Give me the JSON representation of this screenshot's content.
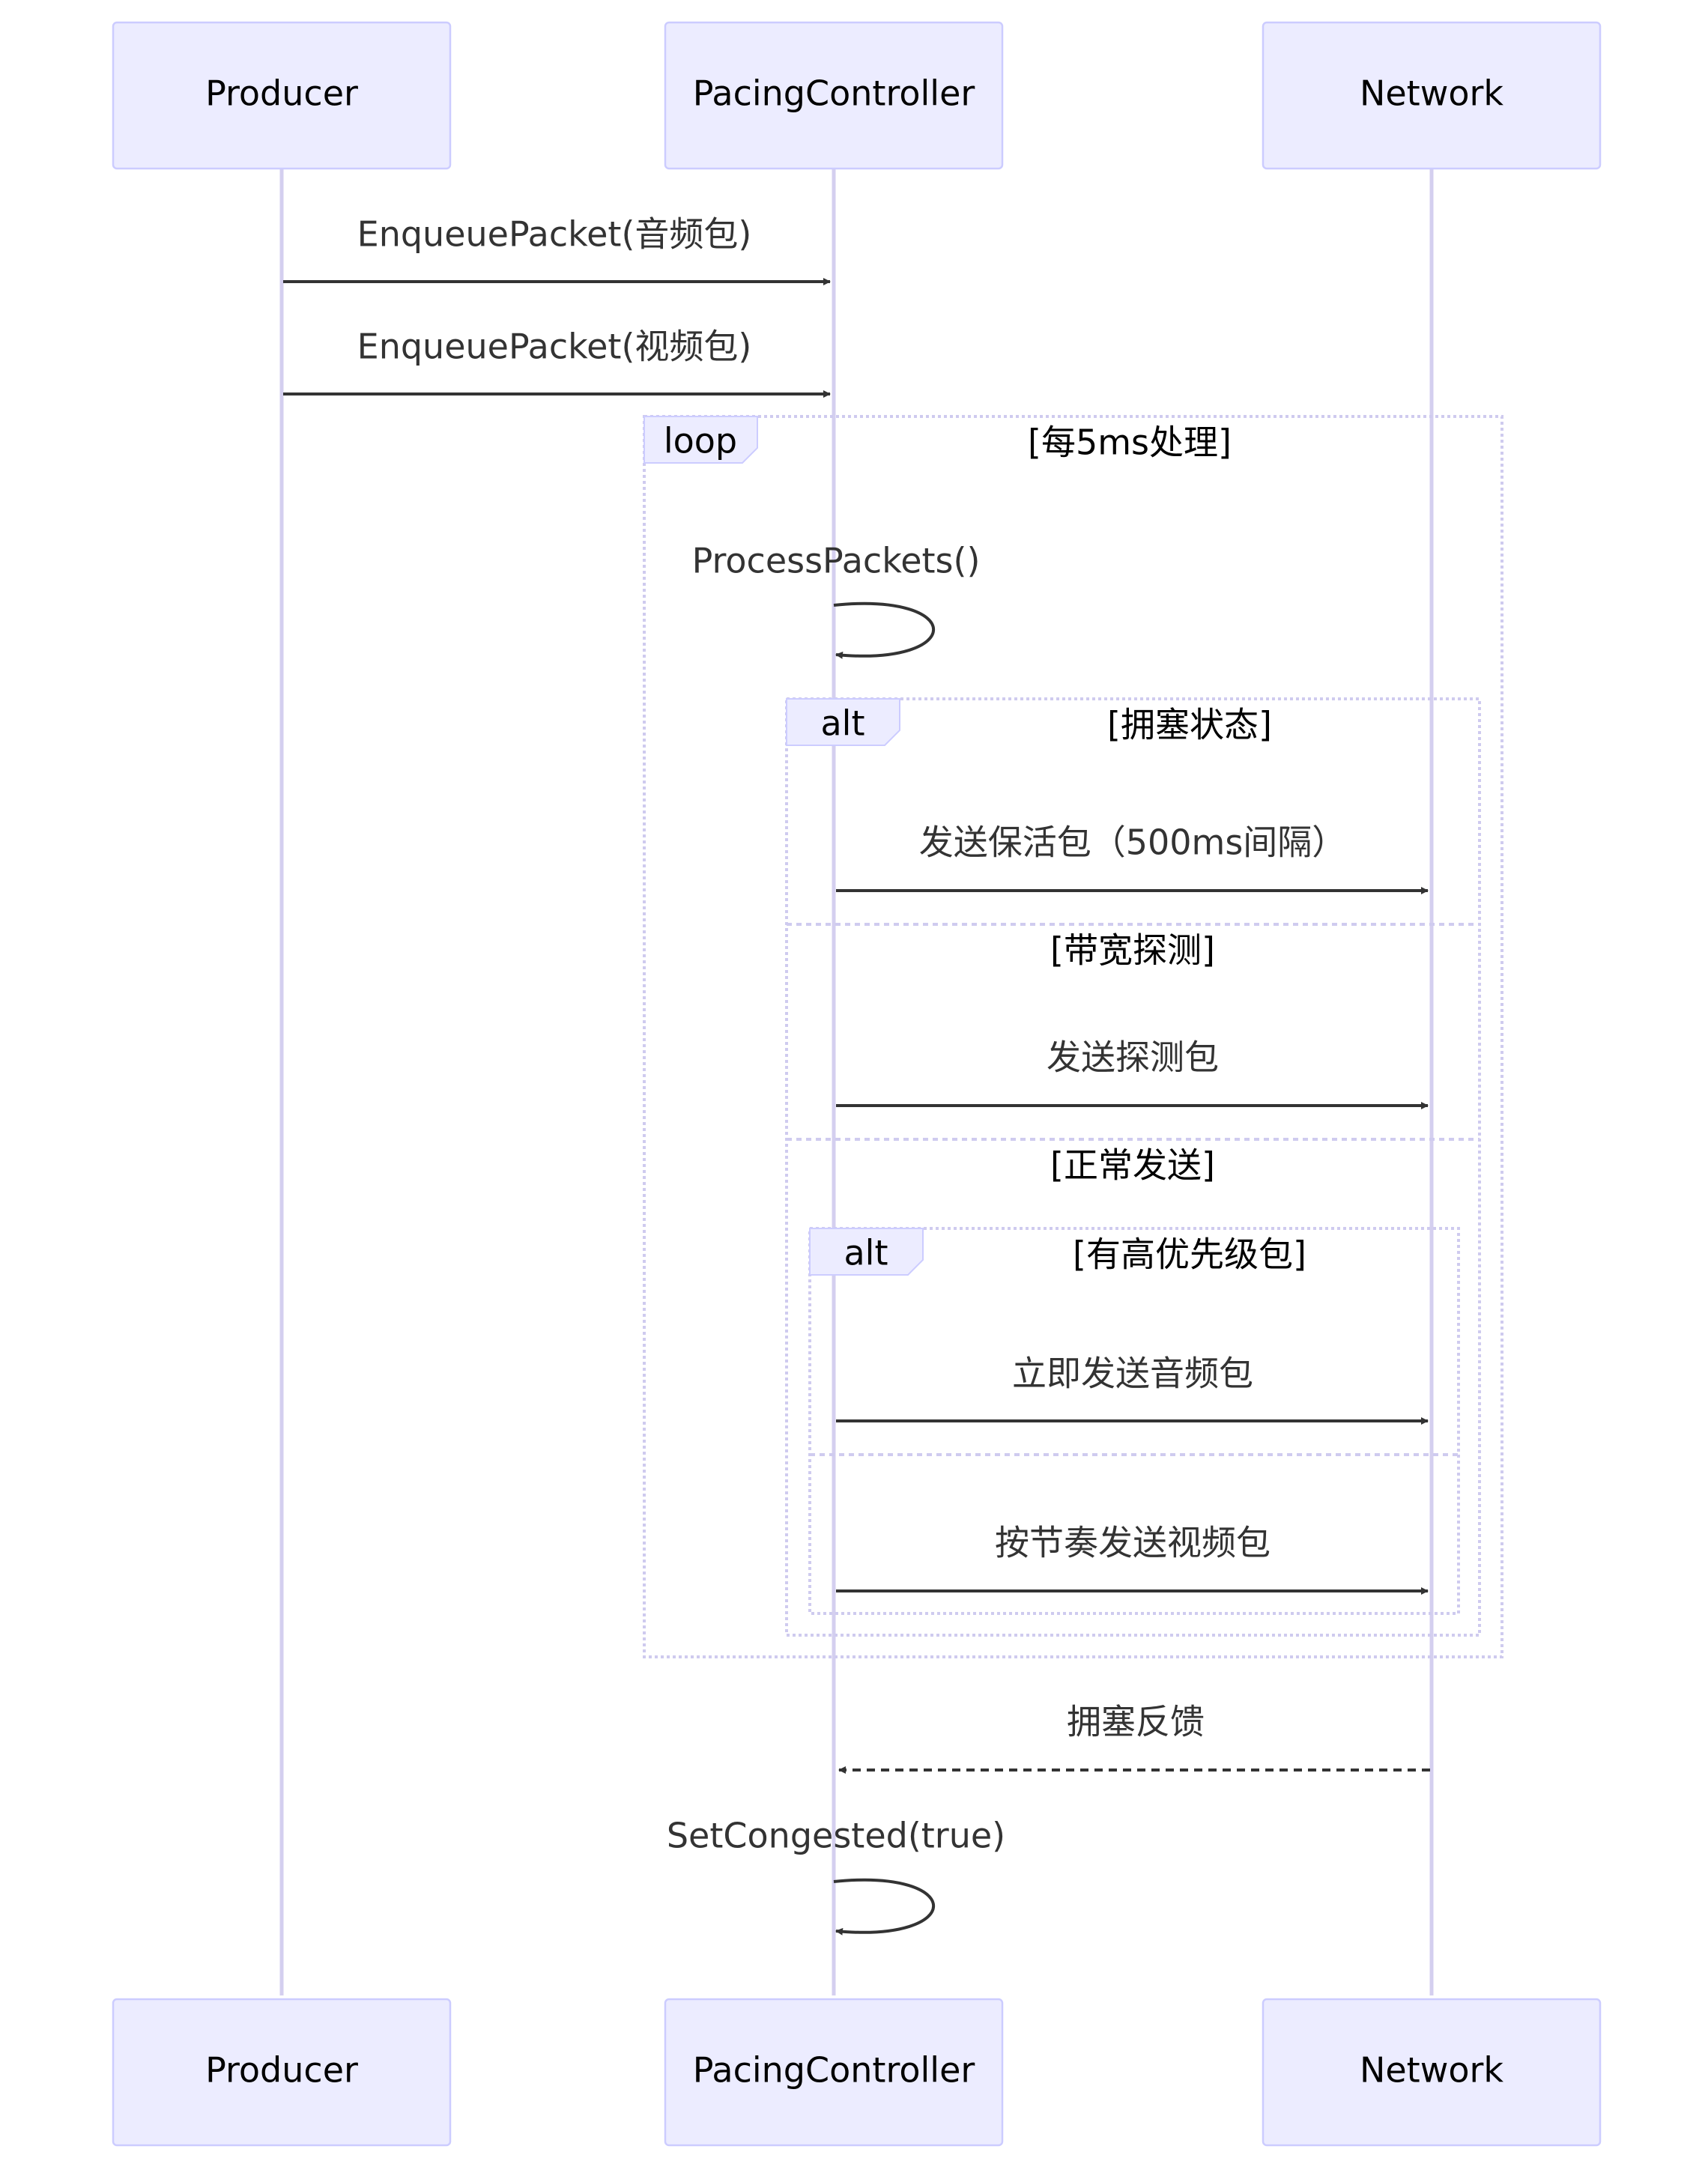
{
  "actors": [
    {
      "id": "producer",
      "label": "Producer"
    },
    {
      "id": "pacing",
      "label": "PacingController"
    },
    {
      "id": "network",
      "label": "Network"
    }
  ],
  "messages": [
    {
      "id": "m1",
      "text": "EnqueuePacket(音频包)",
      "from": "producer",
      "to": "pacing",
      "style": "solid"
    },
    {
      "id": "m2",
      "text": "EnqueuePacket(视频包)",
      "from": "producer",
      "to": "pacing",
      "style": "solid"
    },
    {
      "id": "m3",
      "text": "ProcessPackets()",
      "from": "pacing",
      "to": "pacing",
      "style": "self"
    },
    {
      "id": "m4",
      "text": "发送保活包（500ms间隔）",
      "from": "pacing",
      "to": "network",
      "style": "solid"
    },
    {
      "id": "m5",
      "text": "发送探测包",
      "from": "pacing",
      "to": "network",
      "style": "solid"
    },
    {
      "id": "m6",
      "text": "立即发送音频包",
      "from": "pacing",
      "to": "network",
      "style": "solid"
    },
    {
      "id": "m7",
      "text": "按节奏发送视频包",
      "from": "pacing",
      "to": "network",
      "style": "solid"
    },
    {
      "id": "m8",
      "text": "拥塞反馈",
      "from": "network",
      "to": "pacing",
      "style": "dashed"
    },
    {
      "id": "m9",
      "text": "SetCongested(true)",
      "from": "pacing",
      "to": "pacing",
      "style": "self"
    }
  ],
  "frames": {
    "loop": {
      "keyword": "loop",
      "condition": "[每5ms处理]"
    },
    "alt_outer": {
      "keyword": "alt",
      "conditions": [
        "[拥塞状态]",
        "[带宽探测]",
        "[正常发送]"
      ]
    },
    "alt_inner": {
      "keyword": "alt",
      "conditions": [
        "[有高优先级包]",
        ""
      ]
    }
  },
  "colors": {
    "actor_fill": "#ECECFF",
    "actor_border": "#CCCCFF",
    "lifeline": "#D4CFEF",
    "arrow": "#333333"
  }
}
